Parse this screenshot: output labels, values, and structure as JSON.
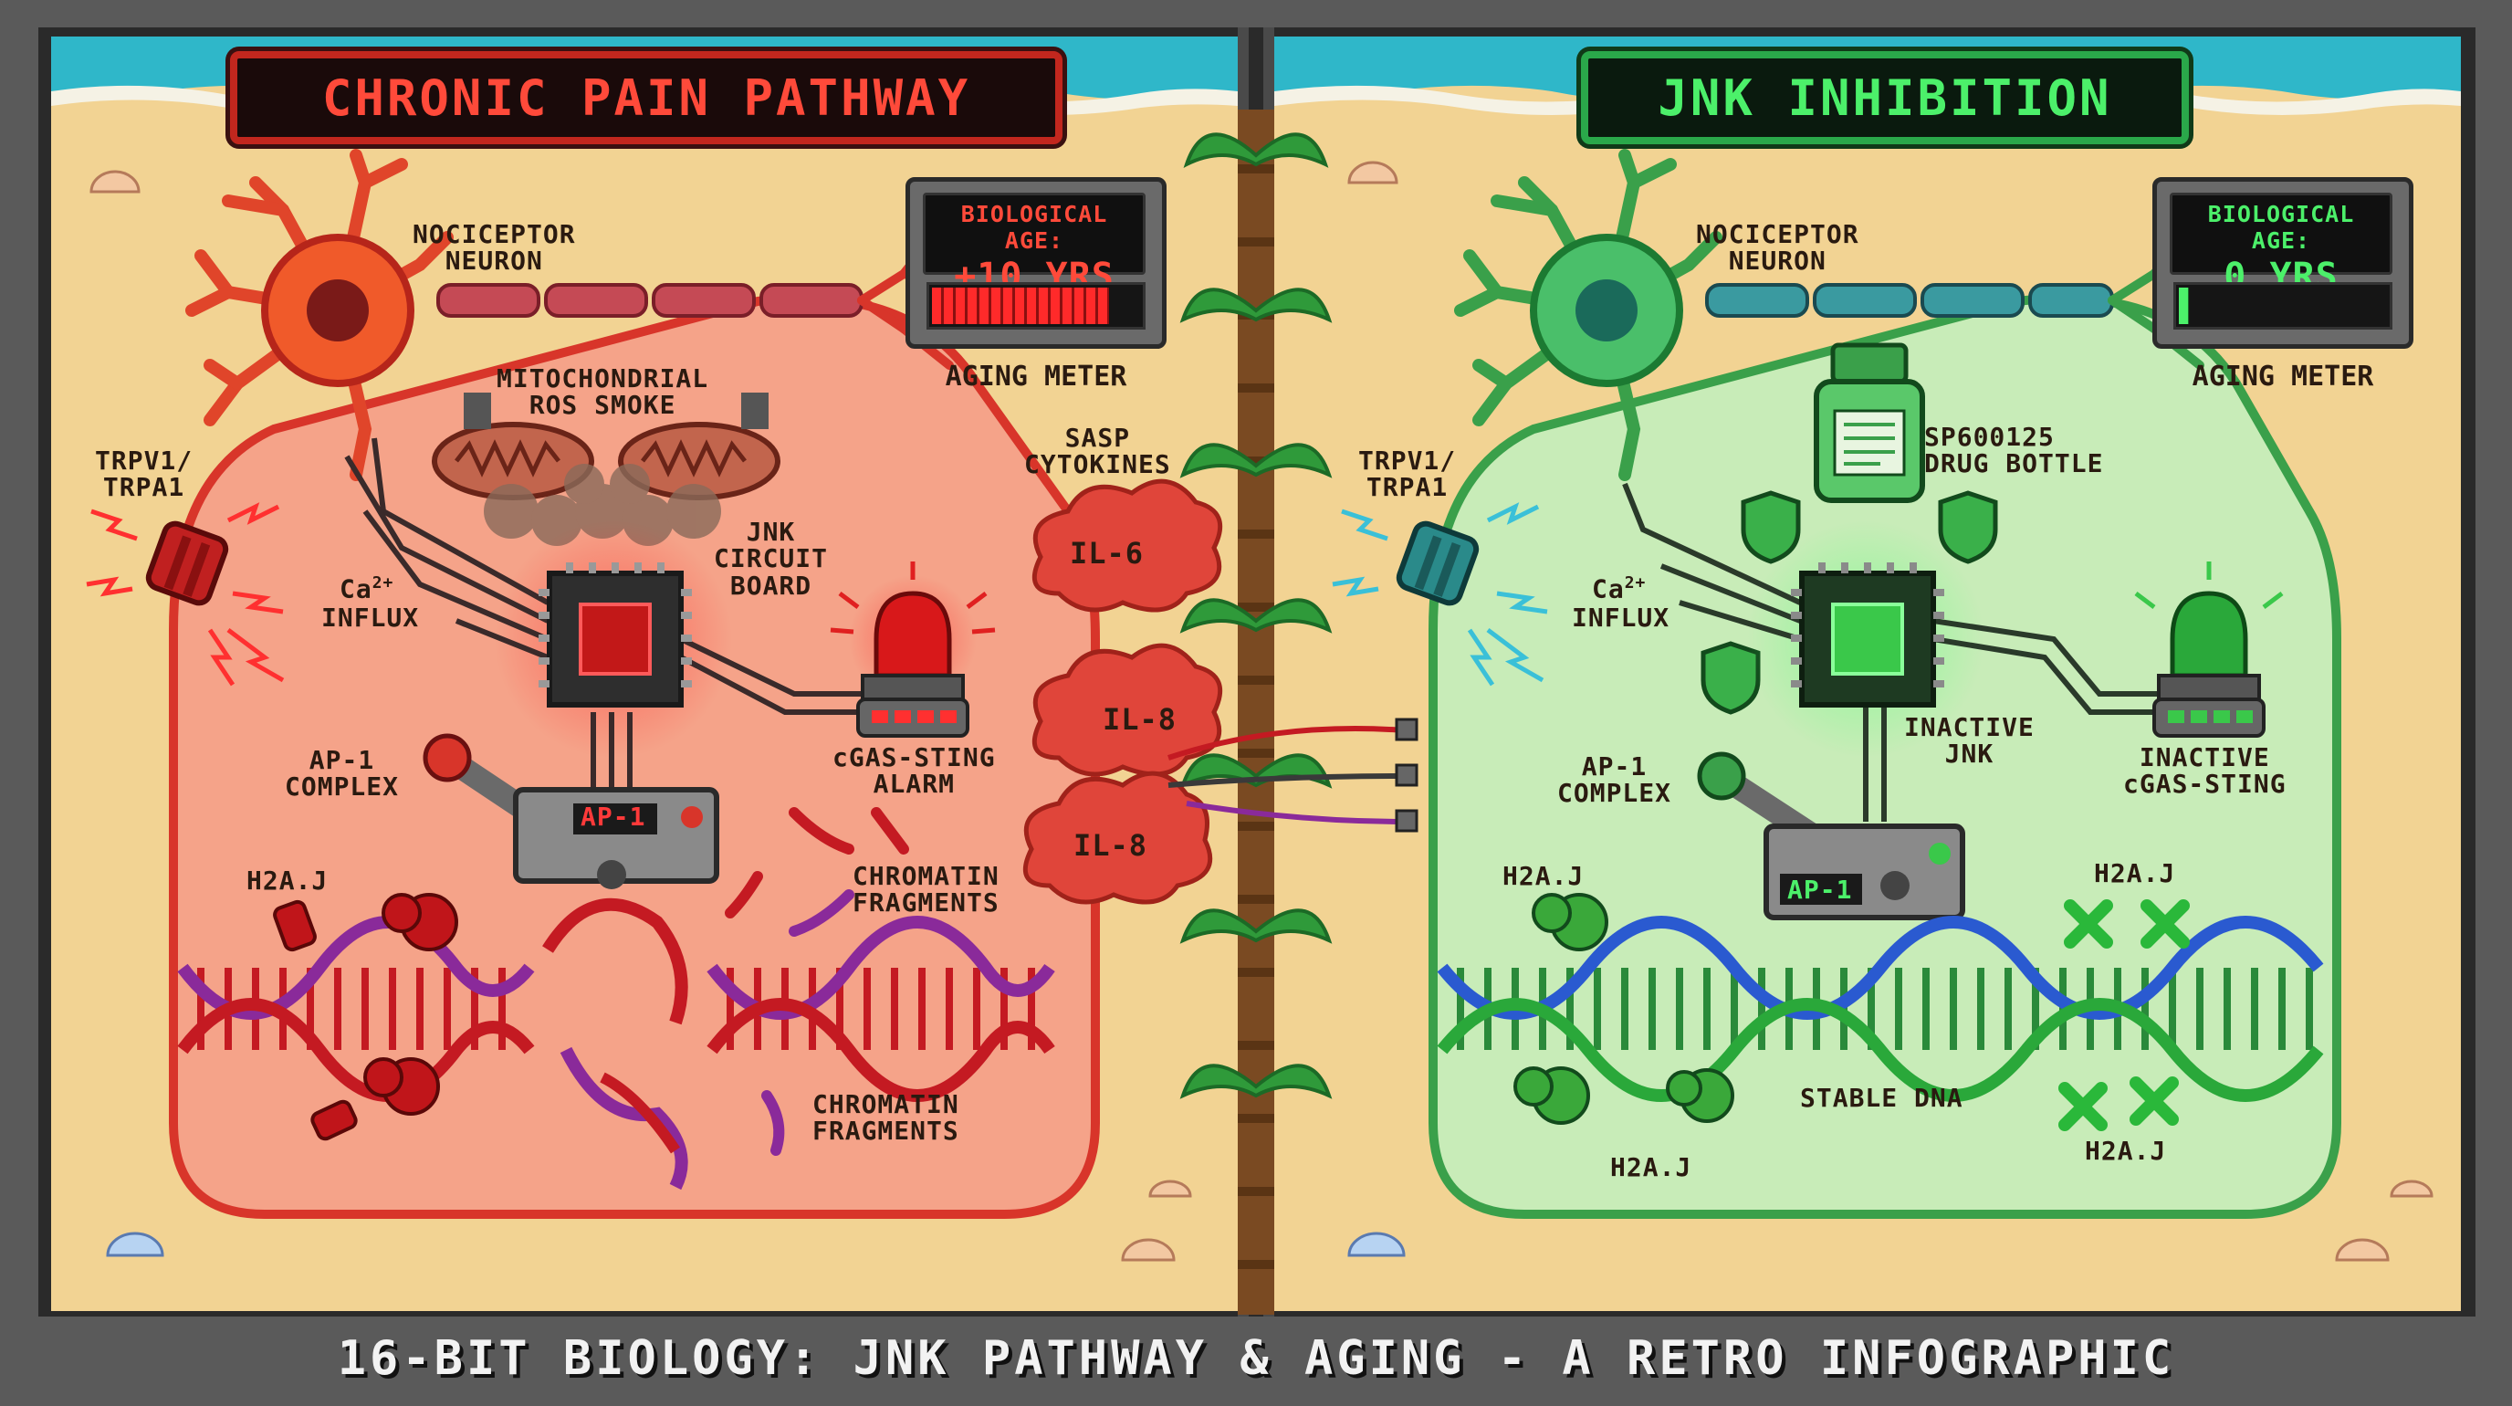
{
  "titles": {
    "left": "CHRONIC PAIN PATHWAY",
    "right": "JNK INHIBITION"
  },
  "colors": {
    "red": "#d8352a",
    "green": "#2fae55",
    "sand": "#f2d393",
    "frame": "#5a5a5a"
  },
  "left_panel": {
    "meter": {
      "caption": "BIOLOGICAL AGE:",
      "value": "+10 YRS",
      "label": "AGING METER",
      "fill_fraction": 0.85
    },
    "labels": {
      "nociceptor": "NOCICEPTOR\nNEURON",
      "mito": "MITOCHONDRIAL\nROS SMOKE",
      "trpv": "TRPV1/\nTRPA1",
      "ca_influx": "INFLUX",
      "jnk_board": "JNK\nCIRCUIT\nBOARD",
      "sasp": "SASP\nCYTOKINES",
      "ap1_complex": "AP-1\nCOMPLEX",
      "ap1_lever": "AP-1",
      "cgas": "cGAS-STING\nALARM",
      "h2aj": "H2A.J",
      "chromatin1": "CHROMATIN\nFRAGMENTS",
      "chromatin2": "CHROMATIN\nFRAGMENTS"
    },
    "cytokines": [
      "IL-6",
      "IL-8",
      "IL-8"
    ]
  },
  "right_panel": {
    "meter": {
      "caption": "BIOLOGICAL AGE:",
      "value": "0 YRS",
      "label": "AGING METER",
      "fill_fraction": 0.05
    },
    "labels": {
      "nociceptor": "NOCICEPTOR\nNEURON",
      "drug": "SP600125\nDRUG BOTTLE",
      "trpv": "TRPV1/\nTRPA1",
      "ca_influx": "INFLUX",
      "inactive_jnk": "INACTIVE\nJNK",
      "inactive_cgas": "INACTIVE\ncGAS-STING",
      "ap1_complex": "AP-1\nCOMPLEX",
      "ap1_lever": "AP-1",
      "h2aj_1": "H2A.J",
      "h2aj_2": "H2A.J",
      "h2aj_3": "H2A.J",
      "h2aj_4": "H2A.J",
      "stable_dna": "STABLE DNA"
    }
  },
  "ca_symbol": {
    "base": "Ca",
    "sup": "2+"
  },
  "footer": "16-BIT BIOLOGY: JNK PATHWAY & AGING - A RETRO INFOGRAPHIC"
}
